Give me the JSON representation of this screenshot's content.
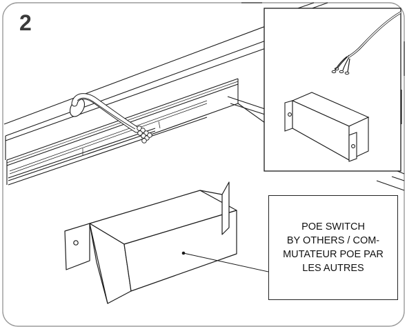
{
  "step": {
    "number": "2"
  },
  "callout": {
    "lines": [
      "POE SWITCH",
      "BY OTHERS /  COM-",
      "MUTATEUR  POE PAR",
      "LES AUTRES"
    ]
  }
}
